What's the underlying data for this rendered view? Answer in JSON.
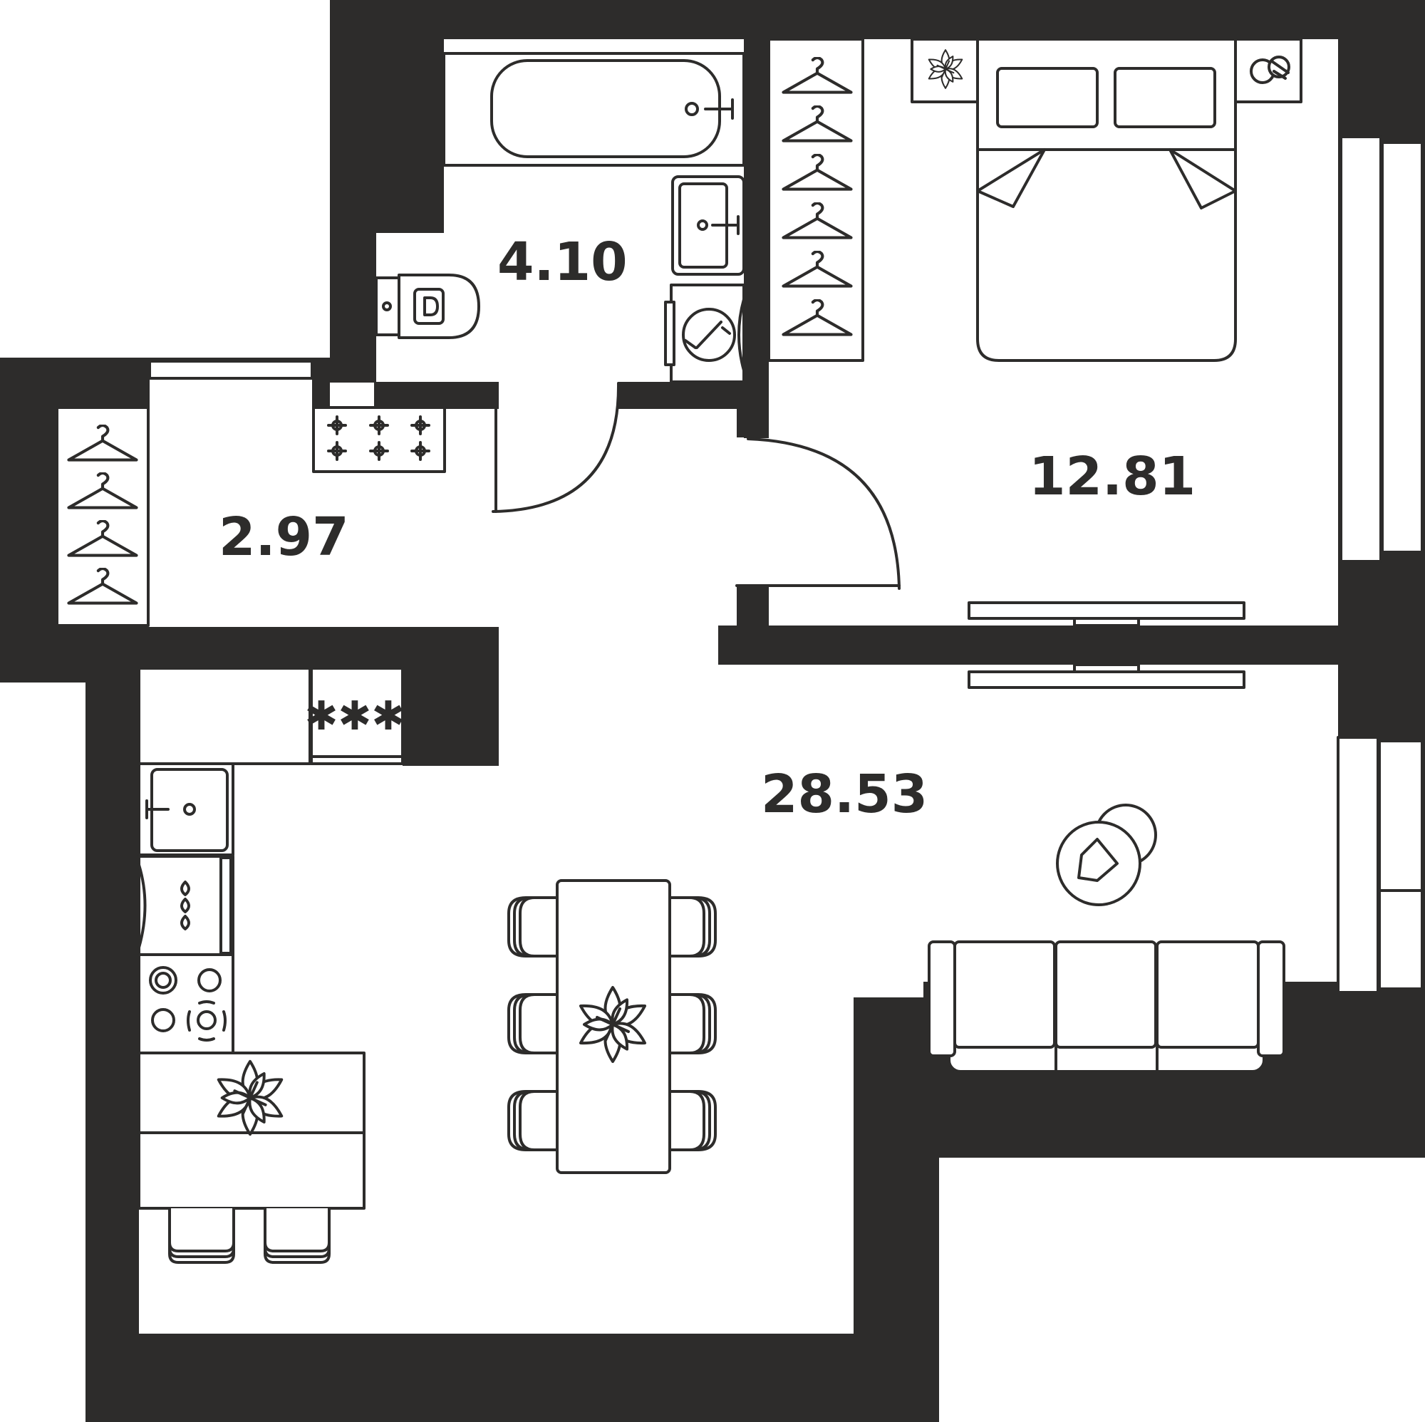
{
  "colors": {
    "wall": "#2d2c2b",
    "background": "#ffffff",
    "line": "#2d2c2b"
  },
  "rooms": {
    "bathroom": {
      "area": "4.10"
    },
    "hallway": {
      "area": "2.97"
    },
    "bedroom": {
      "area": "12.81"
    },
    "living_kitchen": {
      "area": "28.53"
    }
  },
  "icons": [
    "hanger-icon",
    "flower-icon",
    "bathtub-icon",
    "sink-icon",
    "toilet-icon",
    "washing-machine-icon",
    "bed-icon",
    "sofa-icon",
    "dining-table-icon",
    "stove-icon",
    "kitchen-sink-icon",
    "door-swing-icon",
    "window-icon",
    "armchair-icon"
  ]
}
